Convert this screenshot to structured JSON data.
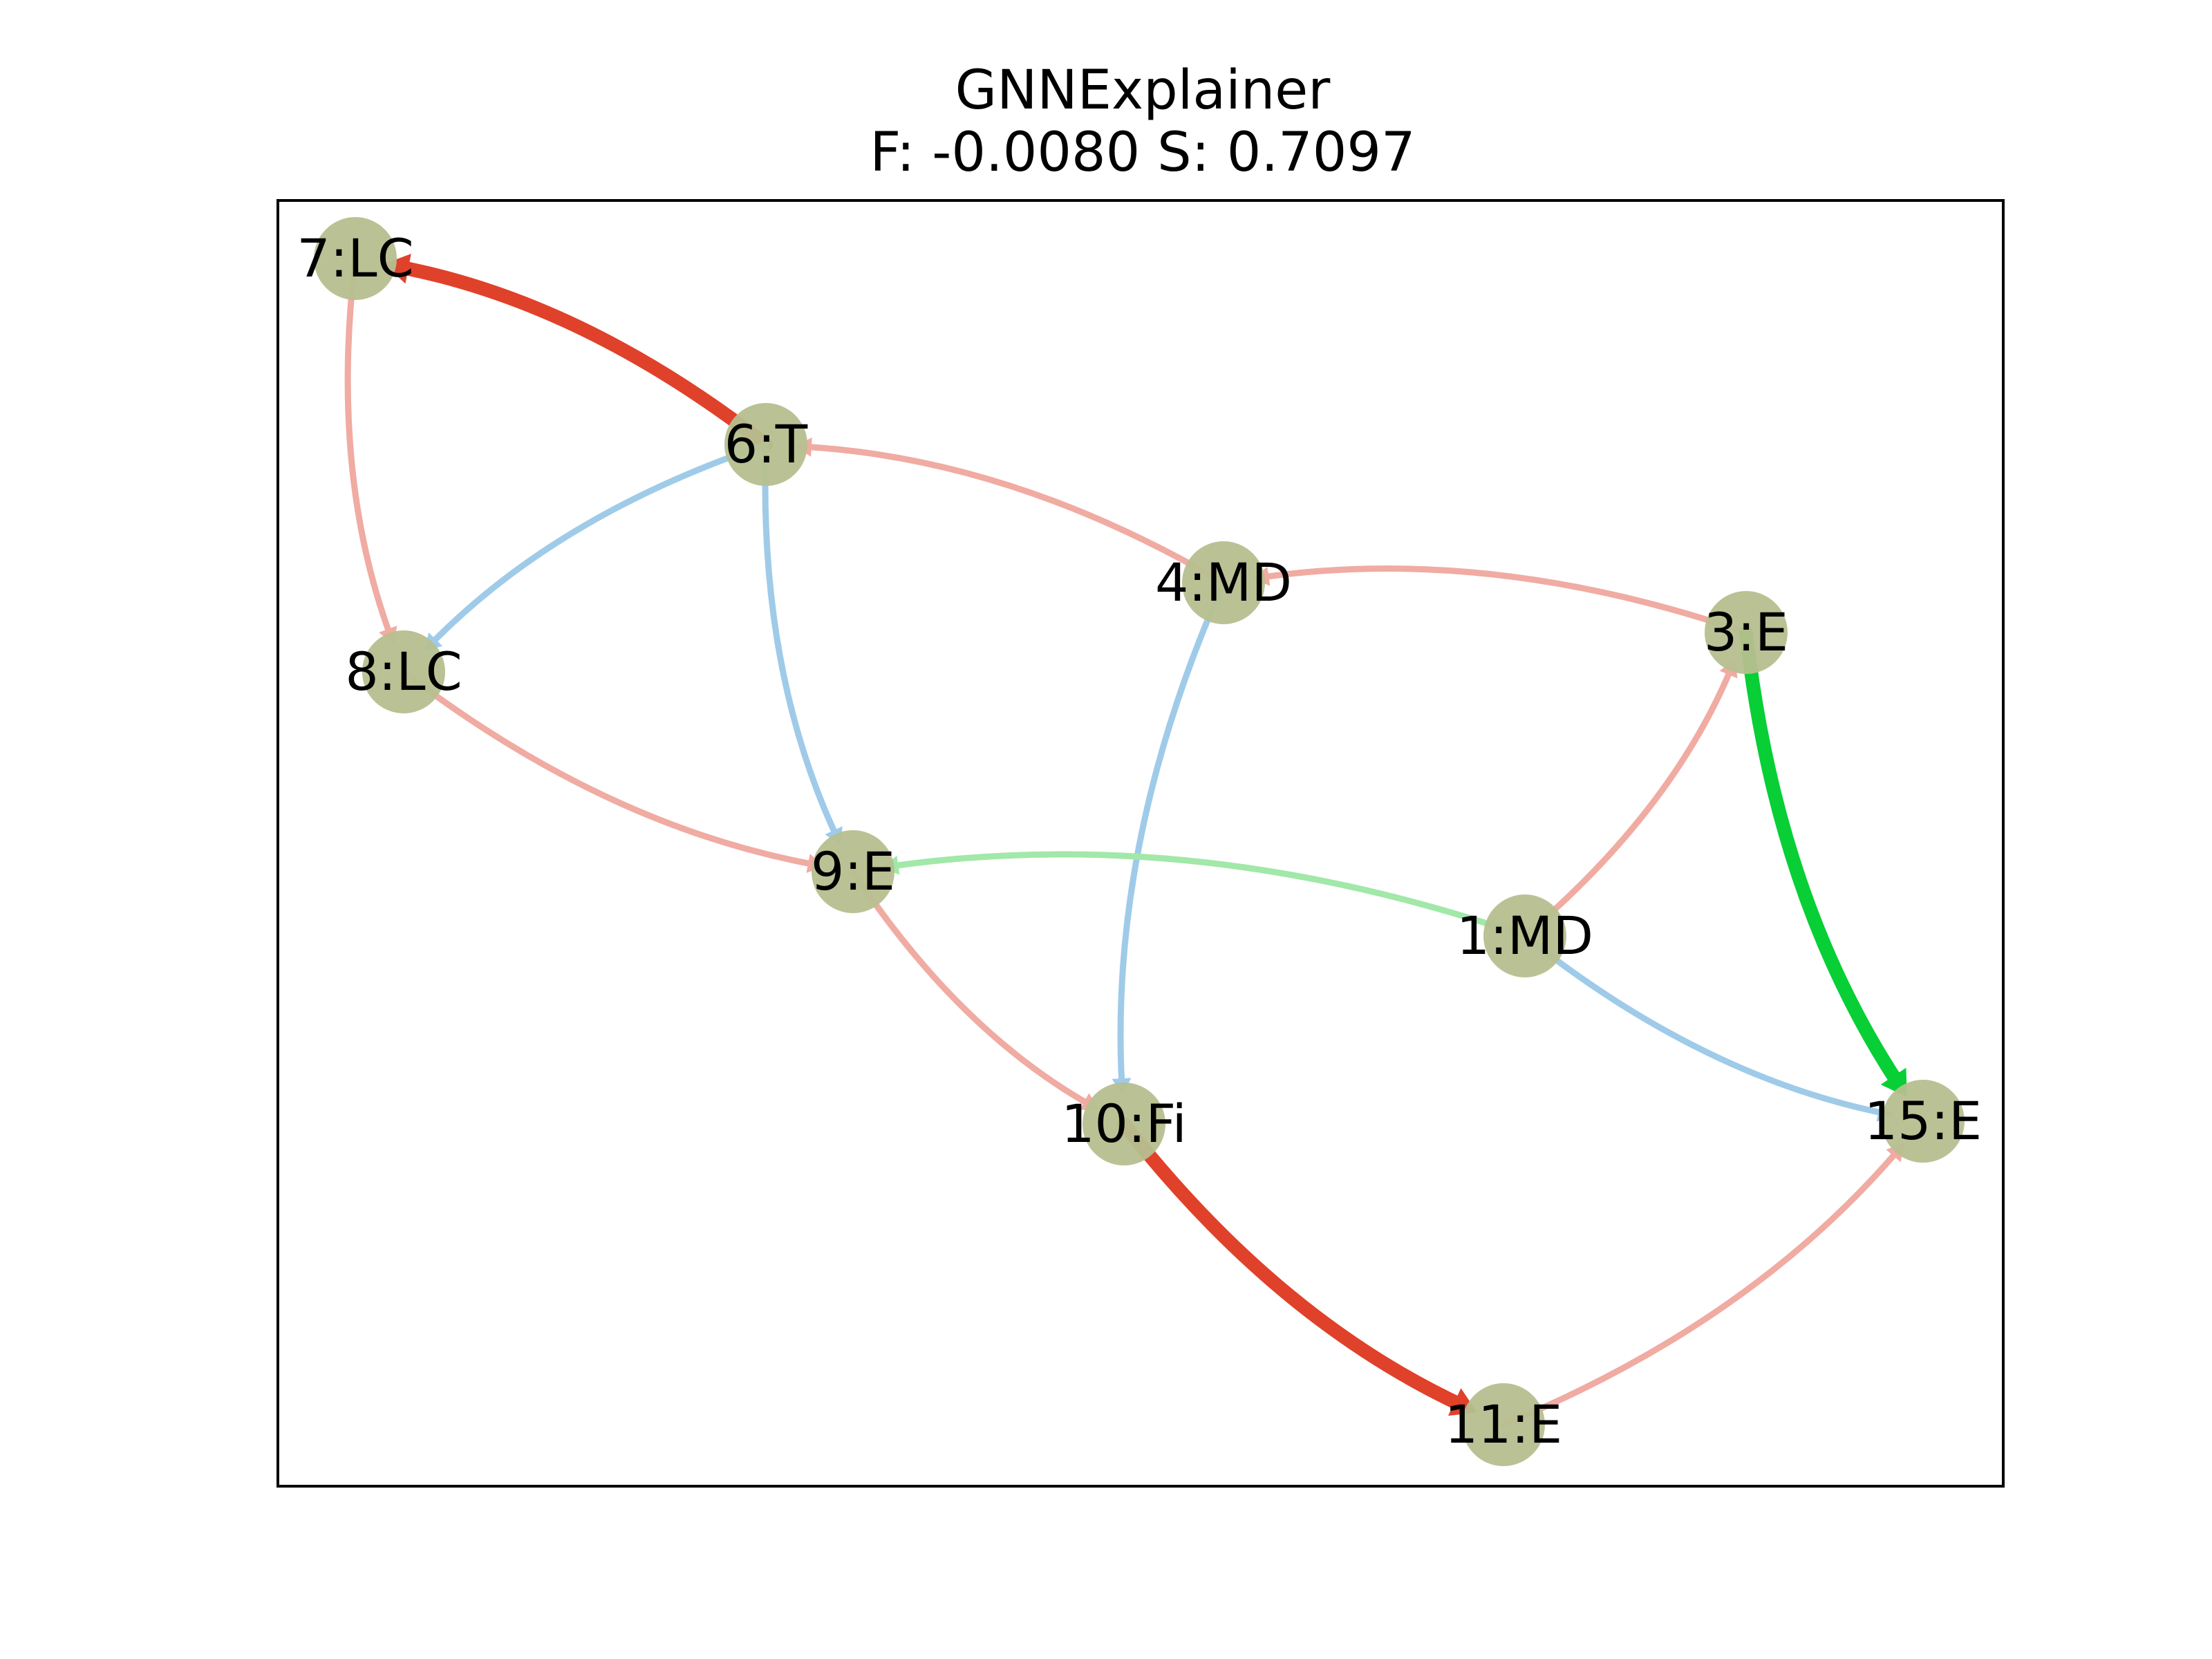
{
  "title": "GNNExplainer",
  "subtitle": "F: -0.0080  S: 0.7097",
  "colors": {
    "node_fill": "#b6bf8f",
    "edge_red_strong": "#e0412a",
    "edge_red_faint": "#f0aba2",
    "edge_blue_faint": "#9fcbe9",
    "edge_green_strong": "#07cf35",
    "edge_green_faint": "#a1e8a9",
    "frame": "#000000"
  },
  "nodes": [
    {
      "id": "7",
      "label": "7:LC"
    },
    {
      "id": "6",
      "label": "6:T"
    },
    {
      "id": "4",
      "label": "4:MD"
    },
    {
      "id": "3",
      "label": "3:E"
    },
    {
      "id": "8",
      "label": "8:LC"
    },
    {
      "id": "9",
      "label": "9:E"
    },
    {
      "id": "1",
      "label": "1:MD"
    },
    {
      "id": "10",
      "label": "10:Fi"
    },
    {
      "id": "15",
      "label": "15:E"
    },
    {
      "id": "11",
      "label": "11:E"
    }
  ],
  "edges": [
    {
      "source": "6",
      "target": "7",
      "color": "red",
      "weight": "strong"
    },
    {
      "source": "7",
      "target": "8",
      "color": "red",
      "weight": "faint"
    },
    {
      "source": "6",
      "target": "8",
      "color": "blue",
      "weight": "faint"
    },
    {
      "source": "6",
      "target": "9",
      "color": "blue",
      "weight": "faint"
    },
    {
      "source": "4",
      "target": "6",
      "color": "red",
      "weight": "faint"
    },
    {
      "source": "3",
      "target": "4",
      "color": "red",
      "weight": "faint"
    },
    {
      "source": "4",
      "target": "10",
      "color": "blue",
      "weight": "faint"
    },
    {
      "source": "8",
      "target": "9",
      "color": "red",
      "weight": "faint"
    },
    {
      "source": "1",
      "target": "9",
      "color": "green",
      "weight": "faint"
    },
    {
      "source": "1",
      "target": "3",
      "color": "red",
      "weight": "faint"
    },
    {
      "source": "3",
      "target": "15",
      "color": "green",
      "weight": "strong"
    },
    {
      "source": "1",
      "target": "15",
      "color": "blue",
      "weight": "faint"
    },
    {
      "source": "9",
      "target": "10",
      "color": "red",
      "weight": "faint"
    },
    {
      "source": "10",
      "target": "11",
      "color": "red",
      "weight": "strong"
    },
    {
      "source": "11",
      "target": "15",
      "color": "red",
      "weight": "faint"
    }
  ]
}
